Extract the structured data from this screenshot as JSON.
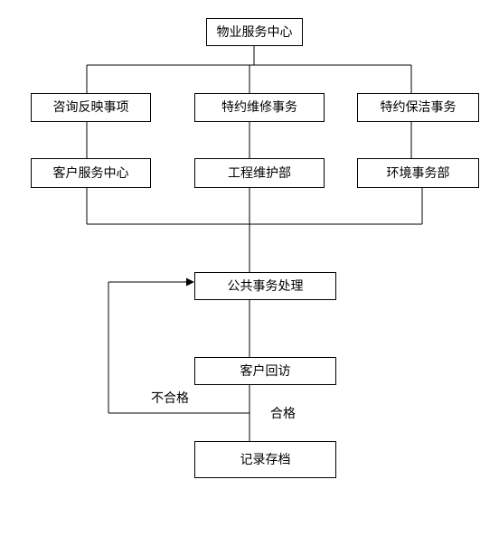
{
  "nodes": {
    "service_center": "物业服务中心",
    "consult_issues": "咨询反映事项",
    "special_repair": "特约维修事务",
    "special_cleaning": "特约保洁事务",
    "customer_service_center": "客户服务中心",
    "engineering_dept": "工程维护部",
    "environment_dept": "环境事务部",
    "public_affairs": "公共事务处理",
    "customer_revisit": "客户回访",
    "record_archive": "记录存档"
  },
  "edge_labels": {
    "fail": "不合格",
    "pass": "合格"
  },
  "colors": {
    "line": "#000000",
    "box_border": "#000000",
    "background": "#ffffff"
  }
}
